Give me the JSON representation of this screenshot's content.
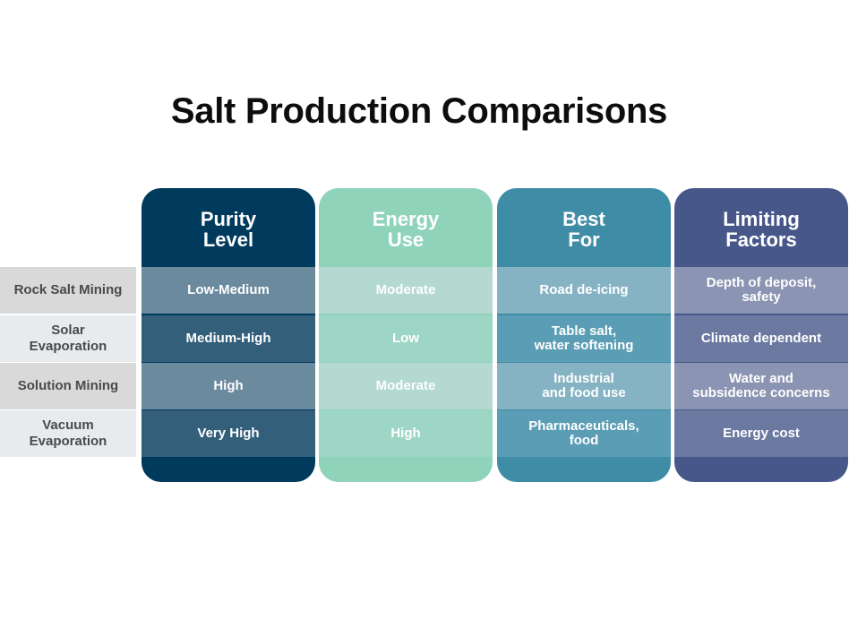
{
  "title": "Salt Production Comparisons",
  "chart_data": {
    "type": "table",
    "title": "Salt Production Comparisons",
    "columns": [
      {
        "label": "Purity\nLevel",
        "color": "#003a5c",
        "shade_odd": "#6b8a9e",
        "shade_even": "#335f7b"
      },
      {
        "label": "Energy\nUse",
        "color": "#90d3bb",
        "shade_odd": "#b3d9d0",
        "shade_even": "#9ed6c6"
      },
      {
        "label": "Best\nFor",
        "color": "#3f8ca6",
        "shade_odd": "#86b3c4",
        "shade_even": "#5b9db4"
      },
      {
        "label": "Limiting\nFactors",
        "color": "#48578a",
        "shade_odd": "#8b94b2",
        "shade_even": "#6b79a1"
      }
    ],
    "rows": [
      {
        "label": "Rock Salt Mining",
        "label_bg": "#d9d9d9",
        "cells": [
          "Low-Medium",
          "Moderate",
          "Road de-icing",
          "Depth of deposit,\nsafety"
        ]
      },
      {
        "label": "Solar\nEvaporation",
        "label_bg": "#e8ebee",
        "cells": [
          "Medium-High",
          "Low",
          "Table salt,\nwater softening",
          "Climate dependent"
        ]
      },
      {
        "label": "Solution Mining",
        "label_bg": "#d9d9d9",
        "cells": [
          "High",
          "Moderate",
          "Industrial\nand food use",
          "Water and\nsubsidence concerns"
        ]
      },
      {
        "label": "Vacuum\nEvaporation",
        "label_bg": "#e8ebee",
        "cells": [
          "Very High",
          "High",
          "Pharmaceuticals,\nfood",
          "Energy cost"
        ]
      }
    ]
  }
}
